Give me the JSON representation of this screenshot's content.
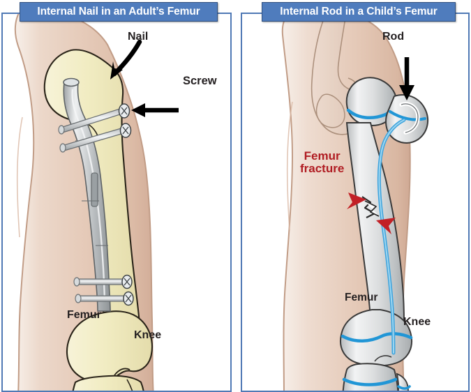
{
  "figure": {
    "type": "medical-illustration",
    "subject": "Surgical fixation of femur fractures",
    "background_color": "#ffffff",
    "border_color": "#5079b5",
    "title_bar_color": "#4f7cbd",
    "label_color": "#231f20",
    "highlight_color": "#b01c22"
  },
  "panels": [
    {
      "id": "adult",
      "title": "Internal Nail in an Adult’s Femur",
      "labels": [
        {
          "text": "Nail",
          "style": "dark",
          "pointer": "curved-arrow"
        },
        {
          "text": "Screw",
          "style": "dark",
          "pointer": "straight-arrow"
        },
        {
          "text": "Femur",
          "style": "dark",
          "pointer": "none"
        },
        {
          "text": "Knee",
          "style": "dark",
          "pointer": "none"
        }
      ],
      "anatomy": {
        "skin_color": "#e6cdbd",
        "bone_color": "#f2edc4",
        "implant_color": "#c9ccce",
        "implant": "intramedullary nail with proximal and distal locking screws"
      }
    },
    {
      "id": "child",
      "title": "Internal Rod in a Child’s Femur",
      "labels": [
        {
          "text": "Rod",
          "style": "dark",
          "pointer": "straight-arrow"
        },
        {
          "text": "Femur fracture",
          "line1": "Femur",
          "line2": "fracture",
          "style": "red",
          "pointer": "two-arrowheads"
        },
        {
          "text": "Femur",
          "style": "dark",
          "pointer": "none"
        },
        {
          "text": "Knee",
          "style": "dark",
          "pointer": "none"
        }
      ],
      "anatomy": {
        "skin_color": "#e6cdbd",
        "bone_color": "#d8d8d8",
        "growth_plate_color": "#2196d6",
        "implant_color": "#6fbbe2",
        "implant": "flexible intramedullary rod"
      }
    }
  ]
}
